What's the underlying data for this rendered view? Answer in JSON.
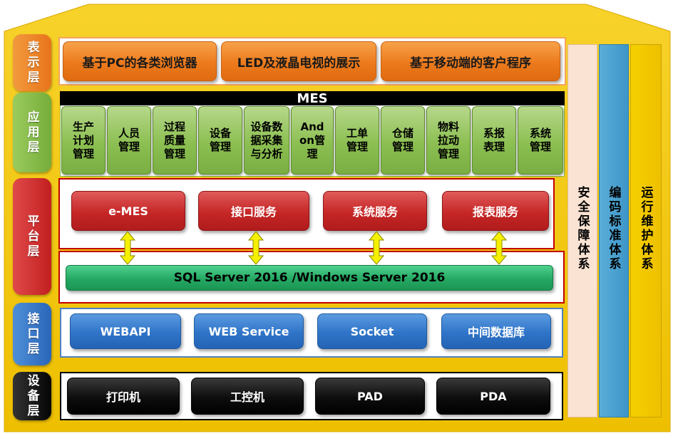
{
  "layers": {
    "presentation": "表示层",
    "application": "应用层",
    "platform": "平台层",
    "interface": "接口层",
    "device": "设备层"
  },
  "presentation_items": [
    "基于PC的各类浏览器",
    "LED及液晶电视的展示",
    "基于移动端的客户程序"
  ],
  "application": {
    "title": "MES",
    "modules": [
      "生产\n计划\n管理",
      "人员\n管理",
      "过程\n质量\n管理",
      "设备\n管理",
      "设备数\n据采集\n与分析",
      "And\non管\n理",
      "工单\n管理",
      "仓储\n管理",
      "物料\n拉动\n管理",
      "系报\n表理",
      "系统\n管理"
    ]
  },
  "platform": {
    "services": [
      "e-MES",
      "接口服务",
      "系统服务",
      "报表服务"
    ],
    "database": "SQL  Server 2016 /Windows Server 2016"
  },
  "interface_items": [
    "WEBAPI",
    "WEB Service",
    "Socket",
    "中间数据库"
  ],
  "device_items": [
    "打印机",
    "工控机",
    "PAD",
    "PDA"
  ],
  "side_columns": [
    "安全保障体系",
    "编码标准体系",
    "运行维护体系"
  ],
  "colors": {
    "frame": "#f2c100",
    "presentation_border": "#f4a460",
    "platform_border": "#c00000",
    "interface_border": "#4f81bd",
    "device_border": "#000000",
    "db_bar": "#2eb872",
    "arrow": "#f5f000"
  }
}
